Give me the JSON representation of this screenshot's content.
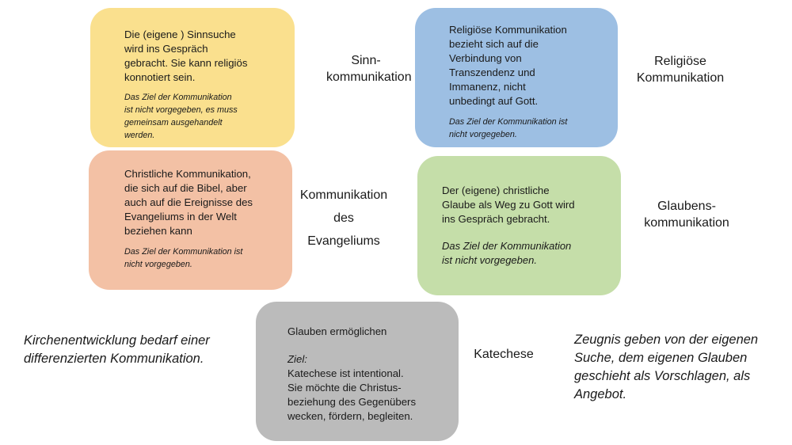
{
  "boxes": {
    "sinn": {
      "main": "Die (eigene ) Sinnsuche\nwird ins Gespräch\ngebracht. Sie kann religiös\nkonnotiert sein.",
      "goal": "Das Ziel der Kommunikation\nist nicht vorgegeben, es muss\ngemeinsam ausgehandelt\nwerden.",
      "label": "Sinn-\nkommunikation",
      "color": "#fae08e"
    },
    "religioes": {
      "main": "Religiöse Kommunikation\nbezieht sich auf die\nVerbindung von\nTranszendenz und\nImmanenz, nicht\nunbedingt auf Gott.",
      "goal": "Das Ziel der Kommunikation ist\nnicht vorgegeben.",
      "label": "Religiöse\nKommunikation",
      "color": "#9dbfe3"
    },
    "evangelium": {
      "main": "Christliche Kommunikation,\ndie sich auf  die Bibel, aber\nauch auf die Ereignisse des\nEvangeliums in der Welt\nbeziehen kann",
      "goal": "Das Ziel der Kommunikation ist\nnicht vorgegeben.",
      "label": "Kommunikation\ndes\nEvangeliums",
      "color": "#f3c1a5"
    },
    "glaubens": {
      "main": "Der (eigene) christliche\nGlaube als Weg zu Gott wird\nins Gespräch gebracht.",
      "goal": "Das Ziel der Kommunikation\nist nicht vorgegeben.",
      "label": "Glaubens-\nkommunikation",
      "color": "#c5dea9"
    },
    "katechese": {
      "main": "Glauben ermöglichen",
      "goal_label": "Ziel:",
      "goal": "Katechese ist intentional.\nSie möchte die Christus-\nbeziehung des Gegenübers\nwecken, fördern, begleiten.",
      "label": "Katechese",
      "color": "#bbbbbb"
    }
  },
  "notes": {
    "left": "Kirchenentwicklung bedarf einer\ndifferenzierten Kommunikation.",
    "right": "Zeugnis geben von der eigenen\nSuche, dem eigenen Glauben\ngeschieht als Vorschlagen, als\nAngebot."
  }
}
